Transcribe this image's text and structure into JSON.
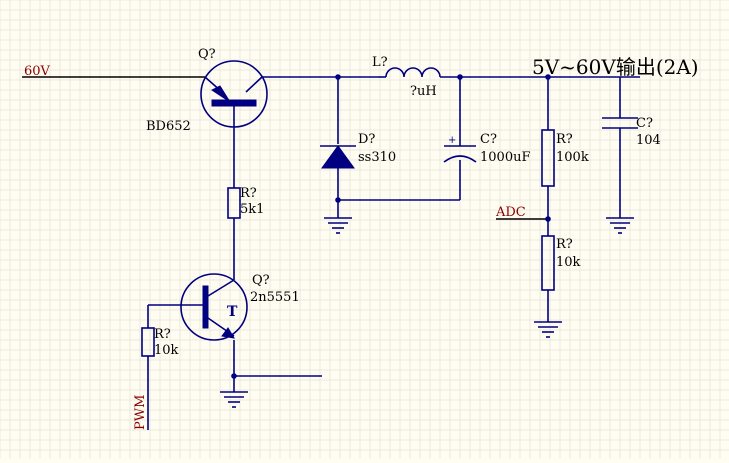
{
  "nets": {
    "input": "60V",
    "adc": "ADC",
    "pwm": "PWM",
    "output": "5V~60V输出(2A)"
  },
  "components": {
    "q_top": {
      "designator": "Q?",
      "part": "BD652"
    },
    "r_base": {
      "designator": "R?",
      "value": "5k1"
    },
    "q_bottom": {
      "designator": "Q?",
      "part": "2n5551",
      "mark": "T"
    },
    "r_pwm": {
      "designator": "R?",
      "value": "10k"
    },
    "inductor": {
      "designator": "L?",
      "value": "?uH"
    },
    "diode": {
      "designator": "D?",
      "part": "ss310"
    },
    "c_bulk": {
      "designator": "C?",
      "value": "1000uF",
      "polarity": "+"
    },
    "r_div_top": {
      "designator": "R?",
      "value": "100k"
    },
    "r_div_bottom": {
      "designator": "R?",
      "value": "10k"
    },
    "c_out": {
      "designator": "C?",
      "value": "104"
    }
  },
  "colors": {
    "wire": "#000080",
    "net_label": "#8b0000",
    "background": "#fffdf2"
  }
}
